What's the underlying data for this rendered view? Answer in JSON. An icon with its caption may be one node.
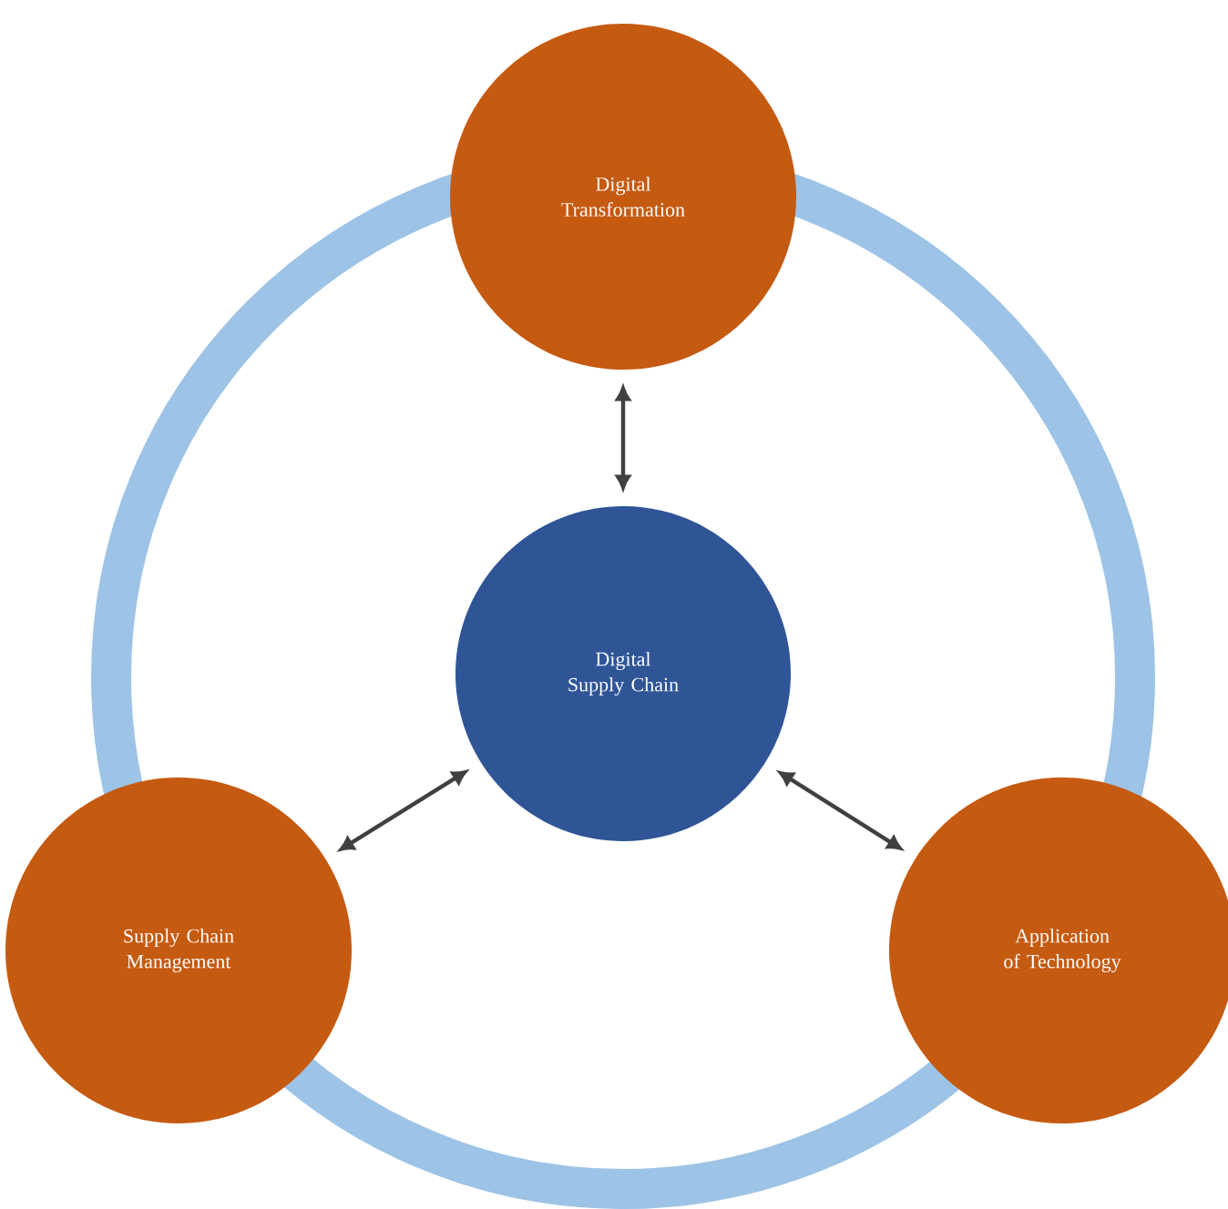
{
  "diagram": {
    "nodes": [
      {
        "text": [
          "Digital Transformation"
        ]
      },
      {
        "text": [
          "Digital Supply Chain"
        ]
      },
      {
        "text": [
          "Supply Chain Management"
        ]
      },
      {
        "text": [
          "Application of Technology"
        ]
      }
    ],
    "edges": [
      {
        "from": 0,
        "to": 1,
        "arrow": "both"
      },
      {
        "from": 1,
        "to": 2,
        "arrow": "both"
      },
      {
        "from": 1,
        "to": 3,
        "arrow": "both"
      }
    ]
  }
}
